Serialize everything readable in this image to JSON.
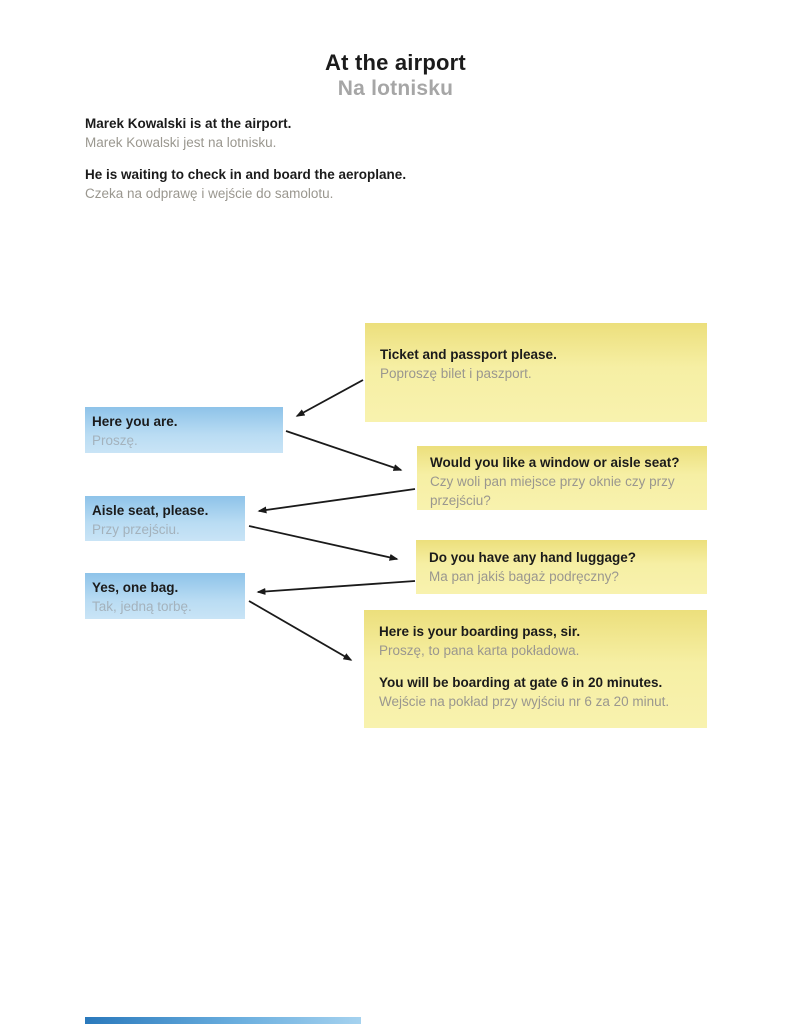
{
  "page": {
    "title_en": "At the airport",
    "title_pl": "Na lotnisku"
  },
  "intro": [
    {
      "en": "Marek Kowalski is at the airport.",
      "pl": "Marek Kowalski jest na lotnisku."
    },
    {
      "en": "He is waiting to check in and board the aeroplane.",
      "pl": "Czeka na odprawę i wejście do samolotu."
    }
  ],
  "dialogue": [
    {
      "speaker": "check-in-agent",
      "en": "Ticket and passport please.",
      "pl": "Poproszę bilet i paszport."
    },
    {
      "speaker": "marek",
      "en": "Here you are.",
      "pl": "Proszę."
    },
    {
      "speaker": "check-in-agent",
      "en": "Would you like a window or aisle seat?",
      "pl": "Czy woli pan miejsce przy oknie czy przy przejściu?"
    },
    {
      "speaker": "marek",
      "en": "Aisle seat, please.",
      "pl": "Przy przejściu."
    },
    {
      "speaker": "check-in-agent",
      "en": "Do you have any hand luggage?",
      "pl": "Ma pan jakiś bagaż podręczny?"
    },
    {
      "speaker": "marek",
      "en": "Yes, one bag.",
      "pl": "Tak, jedną torbę."
    },
    {
      "speaker": "check-in-agent",
      "en": "Here is your boarding pass, sir.",
      "pl": "Proszę, to pana karta pokładowa.",
      "en2": "You will be boarding at gate 6 in 20 minutes.",
      "pl2": "Wejście na pokład przy wyjściu nr 6 za 20 minut."
    }
  ],
  "colors": {
    "agent_box_yellow": "#f6efa4",
    "marek_box_blue": "#aed5f0",
    "text_dark": "#1b1b1b",
    "text_gray": "#9a978f",
    "title_gray": "#a6a6a6",
    "footer_bar_blue": "#2a79bc",
    "arrow_black": "#1a1a1a"
  }
}
